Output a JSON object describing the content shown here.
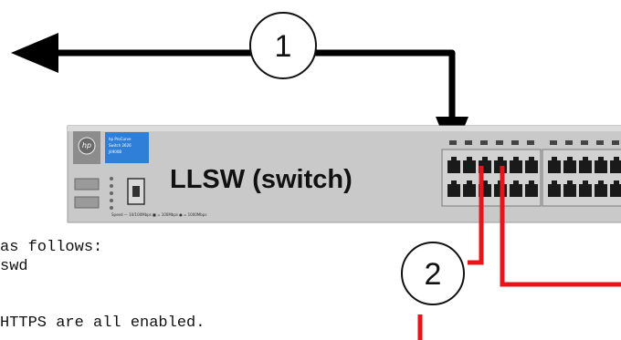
{
  "diagram": {
    "callouts": [
      {
        "label": "1"
      },
      {
        "label": "2"
      }
    ],
    "switch": {
      "name": "LLSW (switch)",
      "badge_lines": [
        "hp ProCurve",
        "Switch 2626",
        "J4900B"
      ],
      "logo": "hp",
      "legend_text": "Speed   — 10/100Mbps   ■ = 100Mbps   ● = 1000Mbps"
    },
    "colors": {
      "black_arrow": "#000000",
      "red_cable": "#e8141a",
      "chassis": "#c9c9c9",
      "port_block": "#d2d2d2"
    },
    "icons": [
      "left-arrow-icon",
      "down-arrow-icon",
      "callout-circle-icon",
      "rj45-port-icon"
    ]
  },
  "text_block": {
    "lines": [
      "as follows:",
      "swd",
      "",
      "HTTPS are all enabled."
    ]
  }
}
